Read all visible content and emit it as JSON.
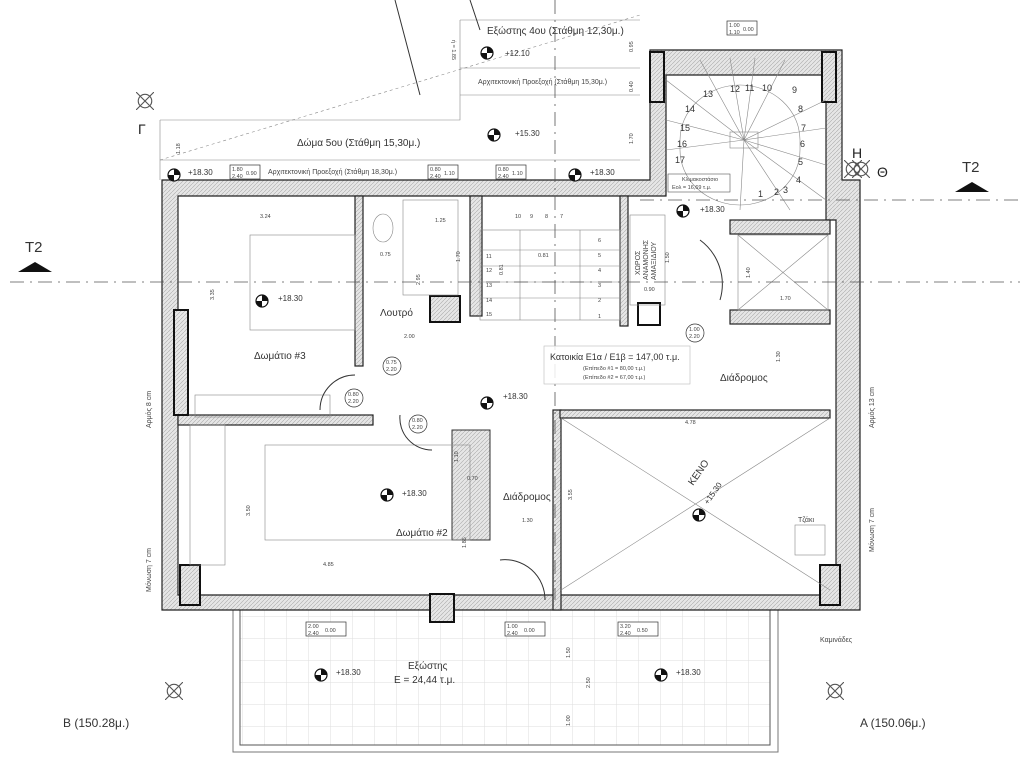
{
  "labels": {
    "balcony_4th": "Εξώστης 4ου (Στάθμη 12,30μ.)",
    "arch_proj_15": "Αρχιτεκτονική Προεξοχή (Στάθμη 15,30μ.)",
    "roof_5th": "Δώμα 5ου (Στάθμη 15,30μ.)",
    "arch_proj_18": "Αρχιτεκτονική Προεξοχή (Στάθμη 18,30μ.)",
    "stairwell": "Κλιμακοστάσιο",
    "stairwell_area": "Εολ = 16,69 τ.μ.",
    "room3": "Δωμάτιο #3",
    "bathroom": "Λουτρό",
    "room2": "Δωμάτιο #2",
    "corridor_1": "Διάδρομος",
    "corridor_2": "Διάδρομος",
    "void": "ΚΕΝΟ",
    "waiting_1": "ΧΩΡΟΣ",
    "waiting_2": "ΑΝΑΜΟΝΗΣ",
    "waiting_3": "ΑΜΑΞΙΔΙΟΥ",
    "area_title": "Κατοικία Ε1α / Ε1β = 147,00 τ.μ.",
    "area_level1": "(Επίπεδο #1 = 80,00 τ.μ.)",
    "area_level2": "(Επίπεδο #2 = 67,00 τ.μ.)",
    "fireplace": "Τζάκι",
    "chimneys": "Καμινάδες",
    "terrace": "Εξώστης",
    "terrace_area": "Ε = 24,44 τ.μ.",
    "corner_b": "Β (150.28μ.)",
    "corner_a": "Α (150.06μ.)",
    "joint_8": "Αρμός 8 cm",
    "insul_left": "Μόνωση 7 cm",
    "joint_13": "Αρμός 13 cm",
    "insul_right": "Μόνωση 7 cm",
    "gamma": "Γ",
    "eta": "Η",
    "theta": "Θ",
    "section_left": "T2",
    "section_right": "T2",
    "slope": "ή = 1.85"
  },
  "levels": {
    "l1210": "+12.10",
    "l1530a": "+15.30",
    "l1830a": "+18.30",
    "l1830b": "+18.30",
    "l1830c": "+18.30",
    "l1830d": "+18.30",
    "l1830e": "+18.30",
    "l1830f": "+18.30",
    "l1830g": "+18.30",
    "l1830h": "+18.30",
    "l1530void": "+15.30"
  },
  "dims": [
    "3.24",
    "3.35",
    "1.25",
    "1.70",
    "0.75",
    "2.95",
    "2.00",
    "0.81",
    "0.81",
    "0.90",
    "1.50",
    "1.40",
    "1.70",
    "1.30",
    "4.78",
    "3.55",
    "1.30",
    "1.85",
    "4.85",
    "3.50",
    "1.10",
    "0.70",
    "1.50",
    "1.00",
    "2.50",
    "1.18",
    "1.70",
    "0.95",
    "0.40"
  ],
  "door_tags": [
    {
      "w": "0.75",
      "h": "2.20"
    },
    {
      "w": "0.80",
      "h": "2.20"
    },
    {
      "w": "0.80",
      "h": "2.20"
    },
    {
      "w": "1.00",
      "h": "2.20"
    }
  ],
  "window_tags": [
    {
      "w": "1.80",
      "h": "2.40",
      "sill": "0.90"
    },
    {
      "w": "0.80",
      "h": "2.40",
      "sill": "1.10"
    },
    {
      "w": "0.80",
      "h": "2.40",
      "sill": "1.10"
    },
    {
      "w": "1.00",
      "h": "1.10",
      "sill": "0.00"
    },
    {
      "w": "2.00",
      "h": "2.40",
      "sill": "0.00"
    },
    {
      "w": "1.00",
      "h": "2.40",
      "sill": "0.00"
    },
    {
      "w": "3.20",
      "h": "2.40",
      "sill": "0.50"
    }
  ],
  "spiral_steps": [
    "1",
    "2",
    "3",
    "4",
    "5",
    "6",
    "7",
    "8",
    "9",
    "10",
    "11",
    "12",
    "13",
    "14",
    "15",
    "16",
    "17"
  ],
  "straight_steps": [
    "1",
    "2",
    "3",
    "4",
    "5",
    "6",
    "7",
    "8",
    "9",
    "10",
    "11",
    "12",
    "13",
    "14",
    "15"
  ]
}
